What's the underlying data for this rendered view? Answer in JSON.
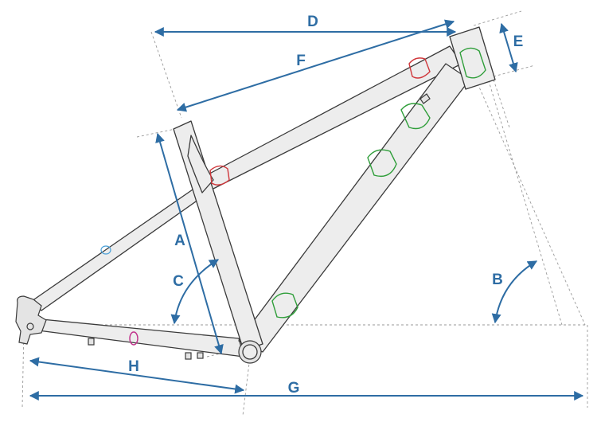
{
  "colors": {
    "dimension": "#2e6da4",
    "frame_fill": "#ededed",
    "frame_stroke": "#3a3a3a",
    "guide_green": "#2f9e3a",
    "guide_red": "#d0363a",
    "guide_blue": "#4aa0d8",
    "guide_magenta": "#c0308a"
  },
  "dimensions": {
    "A": "A",
    "B": "B",
    "C": "C",
    "D": "D",
    "E": "E",
    "F": "F",
    "G": "G",
    "H": "H"
  }
}
